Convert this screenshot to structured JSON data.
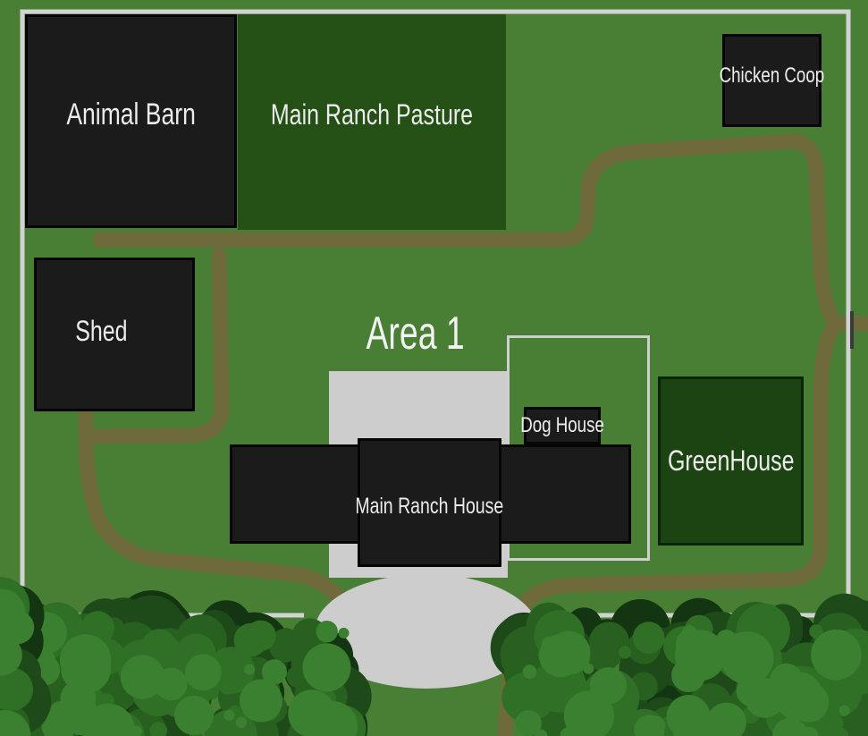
{
  "map": {
    "area_title": "Area 1",
    "buildings": {
      "animal_barn": "Animal Barn",
      "main_ranch_pasture": "Main Ranch Pasture",
      "chicken_coop": "Chicken Coop",
      "shed": "Shed",
      "dog_house": "Dog House",
      "main_ranch_house": "Main Ranch House",
      "greenhouse": "GreenHouse"
    },
    "colors": {
      "grass": "#487f35",
      "path": "#6e6a3b",
      "building": "#1b1b1b",
      "pasture": "#244f15",
      "greenhouse": "#1c4412",
      "pavement": "#cdcdcd",
      "fence": "#d2d2d2"
    }
  }
}
